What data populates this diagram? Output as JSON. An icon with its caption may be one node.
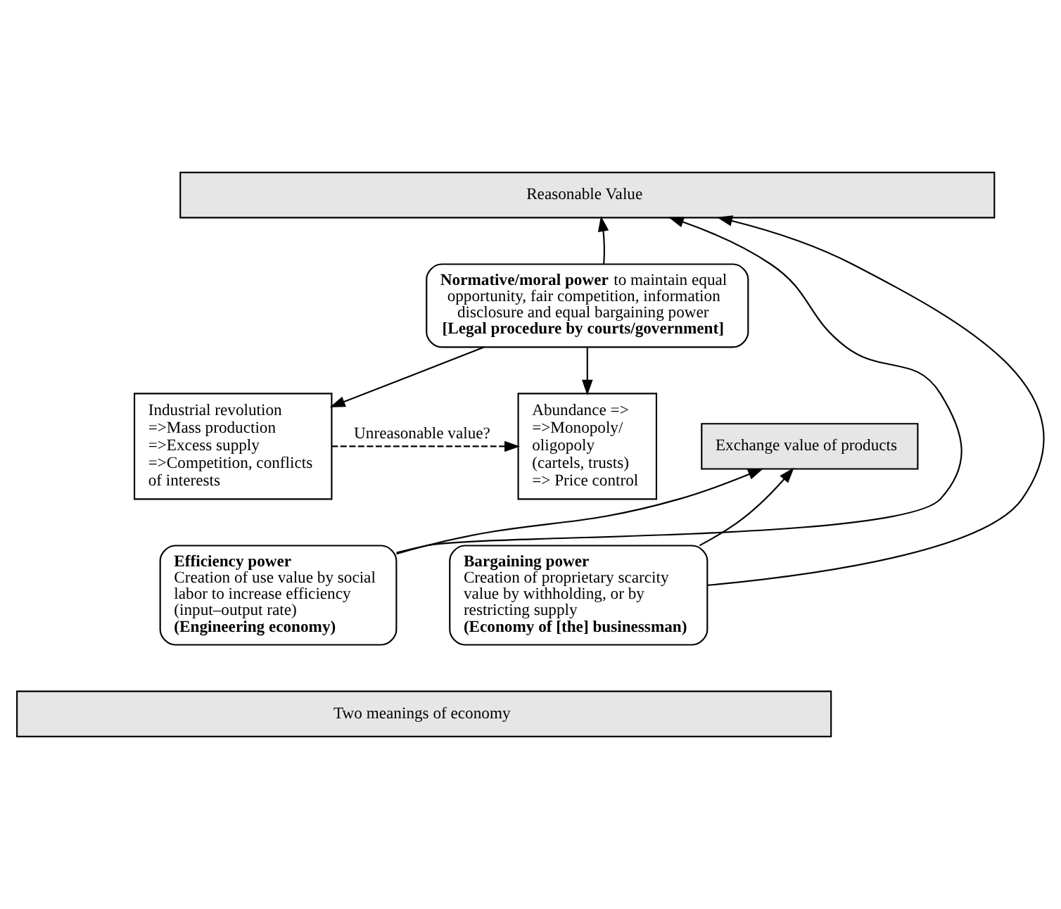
{
  "diagram": {
    "nodes": [
      {
        "text": [
          "Reasonable Value"
        ]
      },
      {
        "text": [
          "**Normative/moral power** to maintain equal opportunity, fair competition, information disclosure and equal bargaining power",
          "**[Legal procedure by courts/government]**"
        ]
      },
      {
        "text": [
          "Industrial revolution =>Mass production =>Excess supply =>Competition, conflicts of interests"
        ]
      },
      {
        "text": [
          "Abundance => =>Monopoly/ oligopoly (cartels, trusts) => Price control"
        ]
      },
      {
        "text": [
          "Exchange value of products"
        ]
      },
      {
        "text": [
          "**Efficiency power**",
          "Creation of use value by social labor to increase efficiency (input–output rate)",
          "**(Engineering economy)**"
        ]
      },
      {
        "text": [
          "**Bargaining power**",
          "Creation of proprietary scarcity value by withholding, or by restricting supply",
          "**(Economy of [the] businessman)**"
        ]
      },
      {
        "text": [
          "Two meanings of economy"
        ]
      }
    ],
    "edges": [
      {
        "from": 5,
        "to": 0,
        "arrow": "to"
      },
      {
        "from": 1,
        "to": 0,
        "arrow": "to"
      },
      {
        "from": 6,
        "to": 0,
        "arrow": "to"
      },
      {
        "from": 1,
        "to": 2,
        "arrow": "to"
      },
      {
        "from": 1,
        "to": 3,
        "arrow": "to"
      },
      {
        "from": 2,
        "to": 3,
        "arrow": "to",
        "label": "Unreasonable value?",
        "style": "dashed"
      },
      {
        "from": 5,
        "to": 4,
        "arrow": "to"
      },
      {
        "from": 6,
        "to": 4,
        "arrow": "to"
      }
    ]
  }
}
